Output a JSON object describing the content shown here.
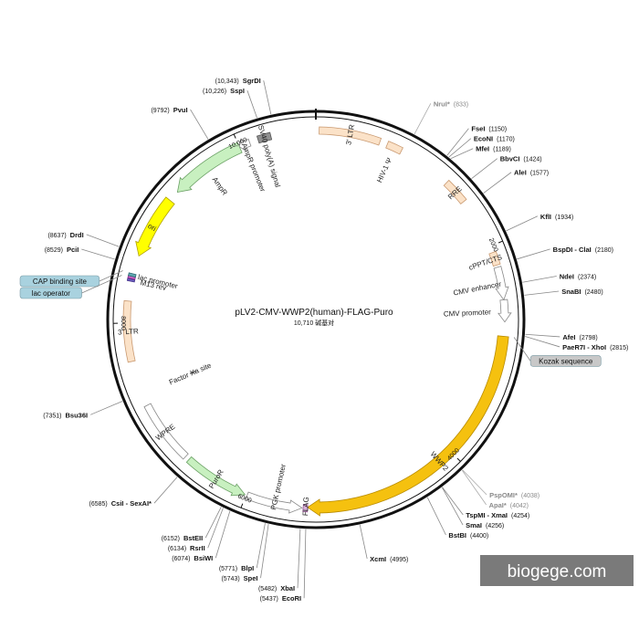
{
  "plasmid": {
    "name": "pLV2-CMV-WWP2(human)-FLAG-Puro",
    "size_label": "10,710 碱基对",
    "length_bp": 10710
  },
  "ticks": [
    {
      "label": "2000",
      "pos": 2000
    },
    {
      "label": "4000",
      "pos": 4000
    },
    {
      "label": "6000",
      "pos": 6000
    },
    {
      "label": "8000",
      "pos": 8000
    },
    {
      "label": "10,000",
      "pos": 10000
    }
  ],
  "features": [
    {
      "id": "ltr5",
      "label": "3' LTR",
      "start": 30,
      "end": 590,
      "color": "#fbe2c8",
      "stroke": "#c99970",
      "type": "box"
    },
    {
      "id": "hiv-psi",
      "label": "HIV-1 Ψ",
      "start": 660,
      "end": 800,
      "color": "#fbe2c8",
      "stroke": "#c99970",
      "type": "box"
    },
    {
      "id": "rre",
      "label": "RRE",
      "start": 1300,
      "end": 1530,
      "color": "#fbe2c8",
      "stroke": "#c99970",
      "type": "box"
    },
    {
      "id": "cppt",
      "label": "cPPT/CTS",
      "start": 2060,
      "end": 2180,
      "color": "#fbe2c8",
      "stroke": "#c99970",
      "type": "box"
    },
    {
      "id": "cmv-enh",
      "label": "CMV enhancer",
      "start": 2200,
      "end": 2500,
      "color": "#ffffff",
      "stroke": "#888888",
      "type": "arrow"
    },
    {
      "id": "cmv-prom",
      "label": "CMV promoter",
      "start": 2500,
      "end": 2700,
      "color": "#ffffff",
      "stroke": "#888888",
      "type": "arrow"
    },
    {
      "id": "wwp2",
      "label": "WWP2",
      "start": 2830,
      "end": 5430,
      "color": "#f5c10f",
      "stroke": "#b88b00",
      "type": "arrow"
    },
    {
      "id": "flag",
      "label": "FLAG",
      "start": 5430,
      "end": 5470,
      "color": "#d8b2d8",
      "stroke": "#9a5a9a",
      "type": "box"
    },
    {
      "id": "pgk",
      "label": "PGK promoter",
      "start": 5480,
      "end": 5990,
      "color": "#ffffff",
      "stroke": "#888888",
      "type": "arrow-rev"
    },
    {
      "id": "puro",
      "label": "PuroR",
      "start": 6010,
      "end": 6610,
      "color": "#c8f0c0",
      "stroke": "#6aa064",
      "type": "arrow-rev"
    },
    {
      "id": "wpre",
      "label": "WPRE",
      "start": 6650,
      "end": 7230,
      "color": "#ffffff",
      "stroke": "#888888",
      "type": "box"
    },
    {
      "id": "ltr3",
      "label": "3' LTR",
      "start": 7650,
      "end": 8200,
      "color": "#fbe2c8",
      "stroke": "#c99970",
      "type": "box"
    },
    {
      "id": "m13",
      "label": "M13 rev",
      "start": 8380,
      "end": 8400,
      "color": "#7060c0",
      "stroke": "#40308a",
      "type": "box"
    },
    {
      "id": "lacop",
      "label": "lac operator",
      "start": 8405,
      "end": 8425,
      "color": "#d066c8",
      "stroke": "#8a2a88",
      "type": "box"
    },
    {
      "id": "lacprom",
      "label": "lac promoter",
      "start": 8425,
      "end": 8450,
      "color": "#60a8b0",
      "stroke": "#2a6870",
      "type": "box"
    },
    {
      "id": "ori",
      "label": "ori",
      "start": 8620,
      "end": 9200,
      "color": "#ffff00",
      "stroke": "#b0a000",
      "type": "arrow-rev"
    },
    {
      "id": "ampr",
      "label": "AmpR",
      "start": 9300,
      "end": 10000,
      "color": "#c8f0c0",
      "stroke": "#6aa064",
      "type": "arrow-rev"
    },
    {
      "id": "ampr-prom",
      "label": "AmpR promoter",
      "start": 10000,
      "end": 10100,
      "color": "#ffffff",
      "stroke": "#888888",
      "type": "arrow-rev"
    },
    {
      "id": "sv40",
      "label": "SV40 poly(A) signal",
      "start": 10180,
      "end": 10300,
      "color": "#909090",
      "stroke": "#555555",
      "type": "box"
    },
    {
      "id": "fxa",
      "label": "Factor Xa site",
      "start": 7340,
      "end": 7344,
      "color": "#909090",
      "stroke": "#555555",
      "type": "inner"
    }
  ],
  "sites": [
    {
      "name": "NruI*",
      "num": "(833)",
      "pos": 833,
      "gray": true
    },
    {
      "name": "FseI",
      "num": "(1150)",
      "pos": 1150
    },
    {
      "name": "EcoNI",
      "num": "(1170)",
      "pos": 1170
    },
    {
      "name": "MfeI",
      "num": "(1189)",
      "pos": 1189
    },
    {
      "name": "BbvCI",
      "num": "(1424)",
      "pos": 1424
    },
    {
      "name": "AleI",
      "num": "(1577)",
      "pos": 1577
    },
    {
      "name": "KflI",
      "num": "(1934)",
      "pos": 1934
    },
    {
      "name": "BspDI - ClaI",
      "num": "(2180)",
      "pos": 2180
    },
    {
      "name": "NdeI",
      "num": "(2374)",
      "pos": 2374
    },
    {
      "name": "SnaBI",
      "num": "(2480)",
      "pos": 2480
    },
    {
      "name": "AfeI",
      "num": "(2798)",
      "pos": 2798
    },
    {
      "name": "PaeR7I - XhoI",
      "num": "(2815)",
      "pos": 2815
    },
    {
      "name": "PspOMI*",
      "num": "(4038)",
      "pos": 4038,
      "gray": true
    },
    {
      "name": "ApaI*",
      "num": "(4042)",
      "pos": 4042,
      "gray": true
    },
    {
      "name": "TspMI - XmaI",
      "num": "(4254)",
      "pos": 4254
    },
    {
      "name": "SmaI",
      "num": "(4256)",
      "pos": 4256
    },
    {
      "name": "BstBI",
      "num": "(4400)",
      "pos": 4400
    },
    {
      "name": "XcmI",
      "num": "(4995)",
      "pos": 4995
    },
    {
      "name": "EcoRI",
      "num": "(5437)",
      "pos": 5437
    },
    {
      "name": "XbaI",
      "num": "(5482)",
      "pos": 5482
    },
    {
      "name": "SpeI",
      "num": "(5743)",
      "pos": 5743
    },
    {
      "name": "BlpI",
      "num": "(5771)",
      "pos": 5771
    },
    {
      "name": "BsiWI",
      "num": "(6074)",
      "pos": 6074
    },
    {
      "name": "RsrII",
      "num": "(6134)",
      "pos": 6134
    },
    {
      "name": "BstEII",
      "num": "(6152)",
      "pos": 6152
    },
    {
      "name": "CsiI - ",
      "num": "(6585)",
      "pos": 6585,
      "extra": "SexAI*"
    },
    {
      "name": "Bsu36I",
      "num": "(7351)",
      "pos": 7351
    },
    {
      "name": "PciI",
      "num": "(8529)",
      "pos": 8529
    },
    {
      "name": "DrdI",
      "num": "(8637)",
      "pos": 8637
    },
    {
      "name": "PvuI",
      "num": "(9792)",
      "pos": 9792
    },
    {
      "name": "SspI",
      "num": "(10,226)",
      "pos": 10226
    },
    {
      "name": "SgrDI",
      "num": "(10,343)",
      "pos": 10343
    }
  ],
  "callouts": [
    {
      "label": "Kozak sequence",
      "pos": 2830
    },
    {
      "label": "CAP binding site",
      "pos": 8455
    },
    {
      "label": "lac operator",
      "pos": 8415
    }
  ],
  "watermark": "biogege.com"
}
